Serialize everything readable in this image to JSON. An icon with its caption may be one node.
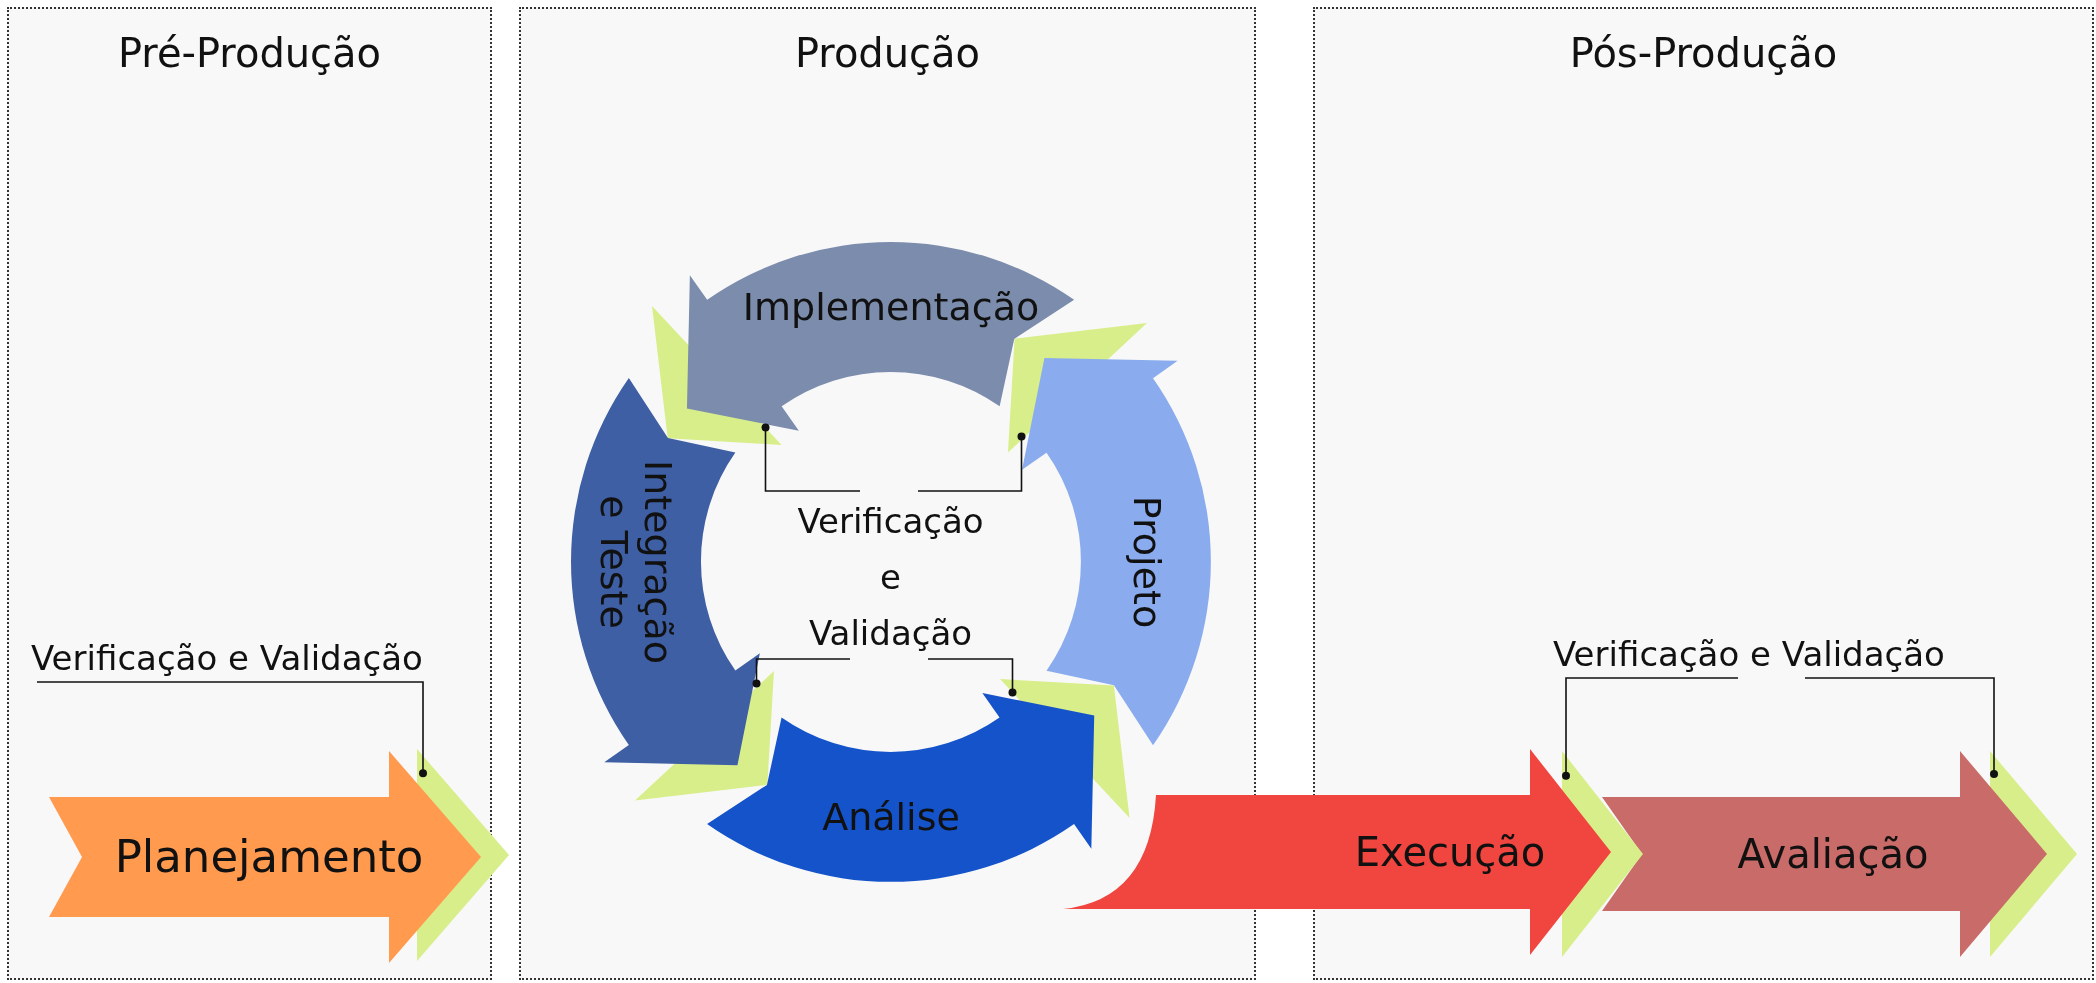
{
  "diagram": {
    "nodes": [
      {
        "text": [
          "Pré-Produção"
        ]
      },
      {
        "text": [
          "Produção"
        ]
      },
      {
        "text": [
          "Pós-Produção"
        ]
      },
      {
        "text": [
          "Verificação e Validação"
        ],
        "in": 0
      },
      {
        "text": [
          "Planejamento"
        ],
        "in": 0
      },
      {
        "text": [],
        "shape": "chevron"
      },
      {
        "text": [
          "Implementação"
        ],
        "in": 1
      },
      {
        "text": [],
        "shape": "chevron",
        "in": 1
      },
      {
        "text": [
          "Projeto"
        ],
        "in": 1
      },
      {
        "text": [],
        "shape": "chevron",
        "in": 1
      },
      {
        "text": [
          "Verificação e Validação"
        ],
        "in": 1
      },
      {
        "text": [
          "Integração e Teste"
        ],
        "in": 1
      },
      {
        "text": [],
        "shape": "chevron",
        "in": 1
      },
      {
        "text": [
          "Análise"
        ],
        "in": 1
      },
      {
        "text": [],
        "shape": "chevron",
        "in": 1
      },
      {
        "text": [
          "Verificação e Validação"
        ],
        "in": 2
      },
      {
        "text": [
          "Execução"
        ]
      },
      {
        "text": [],
        "shape": "chevron",
        "in": 2
      },
      {
        "text": [
          "Avaliação"
        ],
        "in": 2
      },
      {
        "text": [],
        "shape": "chevron",
        "in": 2
      }
    ],
    "edges": [
      {
        "from": 3,
        "to": 5,
        "arrow": "other"
      },
      {
        "from": 10,
        "to": 7,
        "arrow": "other"
      },
      {
        "from": 10,
        "to": 9,
        "arrow": "other"
      },
      {
        "from": 10,
        "to": 12,
        "arrow": "other"
      },
      {
        "from": 10,
        "to": 14,
        "arrow": "other"
      },
      {
        "from": 15,
        "to": 17,
        "arrow": "other"
      },
      {
        "from": 15,
        "to": 19,
        "arrow": "other"
      }
    ]
  }
}
